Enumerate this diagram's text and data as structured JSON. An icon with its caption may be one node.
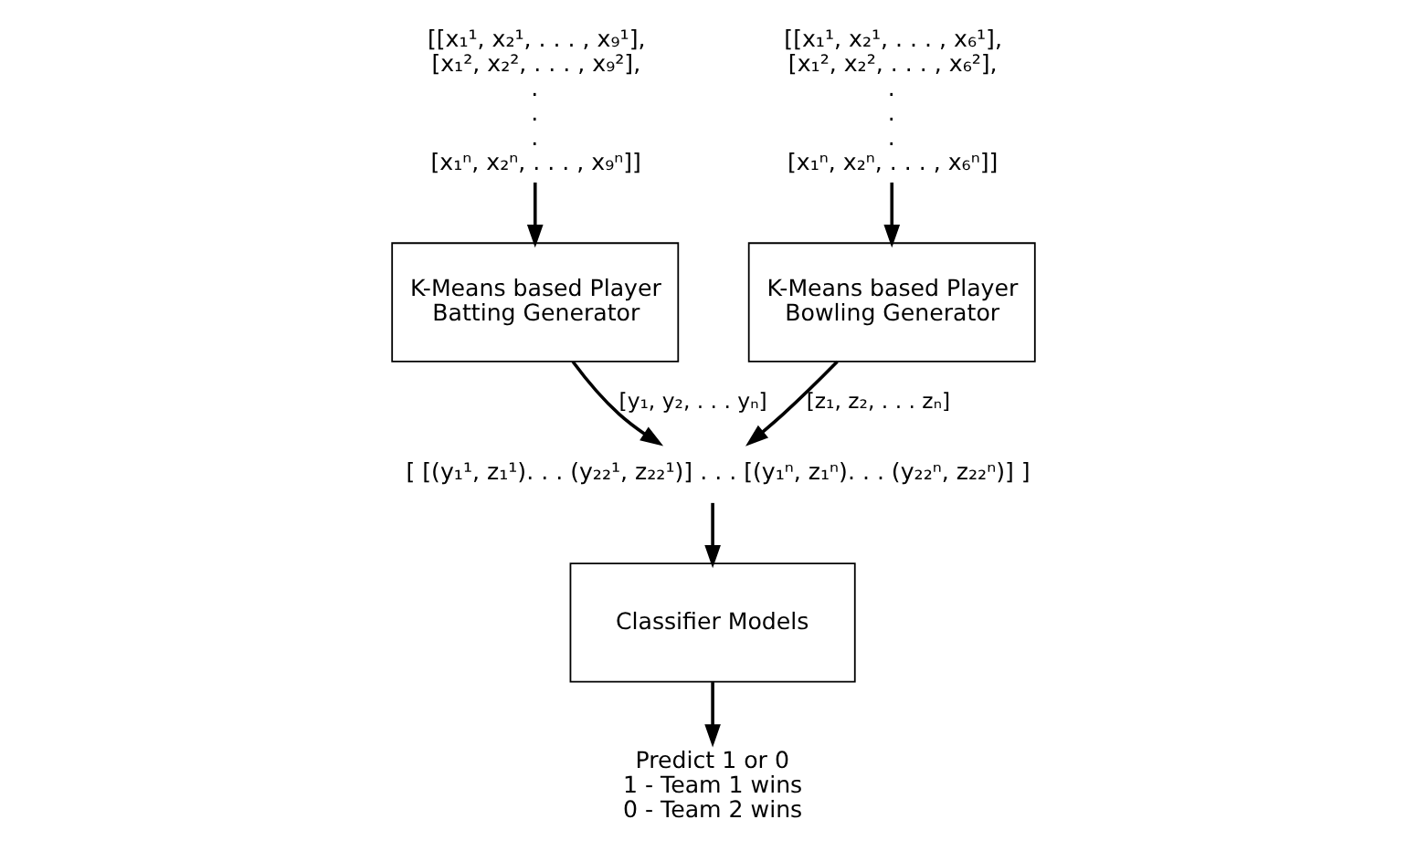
{
  "diagram": {
    "nodes": [
      {
        "text": [
          "[[x₁¹, x₂¹, . . . , x₉¹],",
          "[x₁², x₂², . . . , x₉²],",
          ".",
          ".",
          ".",
          "[x₁ⁿ, x₂ⁿ, . . . , x₉ⁿ]]"
        ]
      },
      {
        "text": [
          "[[x₁¹, x₂¹, . . . , x₆¹],",
          "[x₁², x₂², . . . , x₆²],",
          ".",
          ".",
          ".",
          "[x₁ⁿ, x₂ⁿ, . . . , x₆ⁿ]]"
        ]
      },
      {
        "text": [
          "K-Means based Player Batting Generator"
        ]
      },
      {
        "text": [
          "K-Means based Player Bowling Generator"
        ]
      },
      {
        "text": [
          "[ [(y₁¹, z₁¹). . . (y₂₂¹, z₂₂¹)] . . . [(y₁ⁿ, z₁ⁿ). . . (y₂₂ⁿ, z₂₂ⁿ)] ]"
        ]
      },
      {
        "text": [
          "Classifier Models"
        ]
      },
      {
        "text": [
          "Predict 1 or 0",
          "1 - Team 1 wins",
          "0 - Team 2 wins"
        ]
      }
    ],
    "edges": [
      {
        "from": 0,
        "to": 2,
        "arrow": "to"
      },
      {
        "from": 1,
        "to": 3,
        "arrow": "to"
      },
      {
        "from": 2,
        "to": 4,
        "arrow": "to",
        "label": "[y₁, y₂, . . . yₙ]"
      },
      {
        "from": 3,
        "to": 4,
        "arrow": "to",
        "label": "[z₁, z₂, . . . zₙ]"
      },
      {
        "from": 4,
        "to": 5,
        "arrow": "to"
      },
      {
        "from": 5,
        "to": 6,
        "arrow": "to"
      }
    ]
  }
}
